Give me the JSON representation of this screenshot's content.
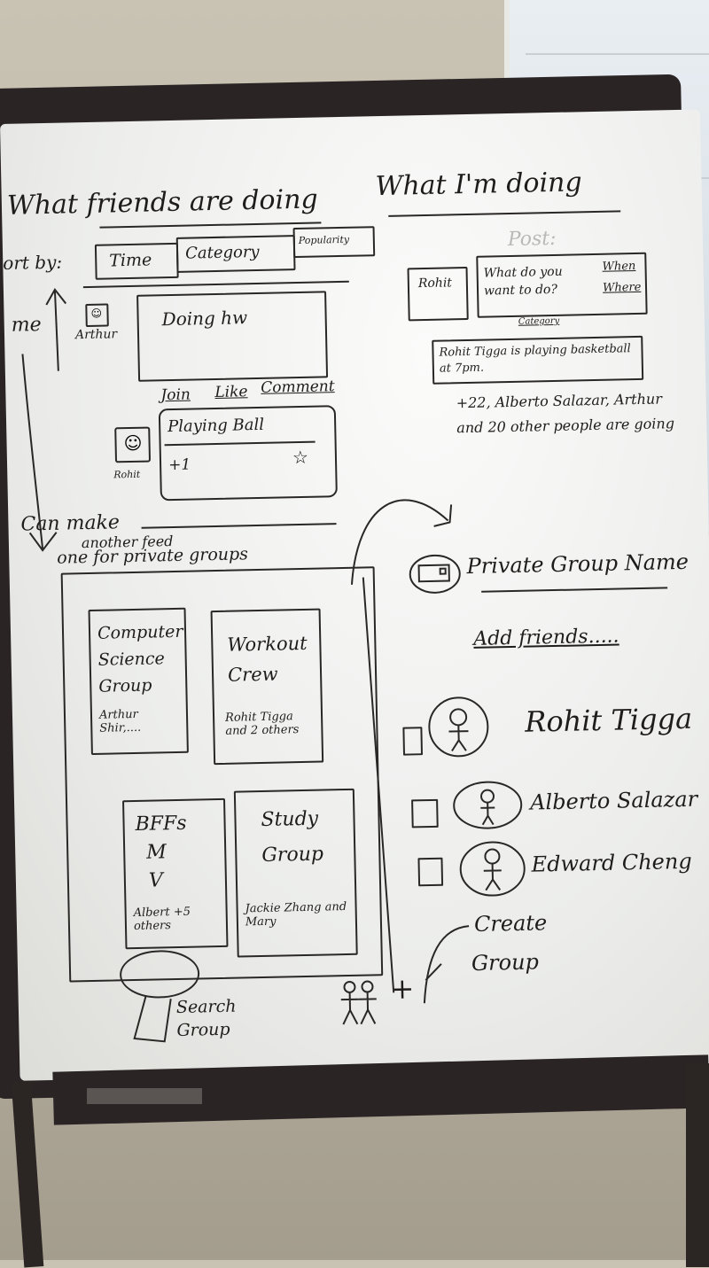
{
  "left": {
    "title": "What friends are doing",
    "sort_label": "ort by:",
    "tabs": [
      "Time",
      "Category",
      "Popularity"
    ],
    "axis_label": "me",
    "post1": {
      "user": "Arthur",
      "text": "Doing hw",
      "actions": [
        "Join",
        "Like",
        "Comment"
      ]
    },
    "post2": {
      "user": "Rohit",
      "text": "Playing Ball",
      "count": "+1",
      "star": "☆"
    },
    "note1": "Can make",
    "note2": "another feed",
    "note3": "one for private groups",
    "groups": [
      {
        "title_lines": [
          "Computer",
          "Science",
          "Group"
        ],
        "members": "Arthur Shir,...."
      },
      {
        "title_lines": [
          "Workout",
          "Crew"
        ],
        "members": "Rohit Tigga and 2 others"
      },
      {
        "title_lines": [
          "BFFs",
          "M",
          "V"
        ],
        "members": "Albert +5 others"
      },
      {
        "title_lines": [
          "Study",
          "Group"
        ],
        "members": "Jackie Zhang and Mary"
      }
    ],
    "search": "Search Group",
    "add_group": "+"
  },
  "right": {
    "title": "What I'm doing",
    "post_label": "Post:",
    "user": "Rohit",
    "compose": "What do you want to do?",
    "when": "When",
    "where": "Where",
    "category": "Category",
    "status": "Rohit Tigga is playing basketball at 7pm.",
    "going": "+22, Alberto Salazar, Arthur and 20 other people are going",
    "group_name": "Private Group Name",
    "add_friends": "Add friends.....",
    "friends": [
      "Rohit Tigga",
      "Alberto Salazar",
      "Edward Cheng"
    ],
    "create1": "Create",
    "create2": "Group"
  }
}
